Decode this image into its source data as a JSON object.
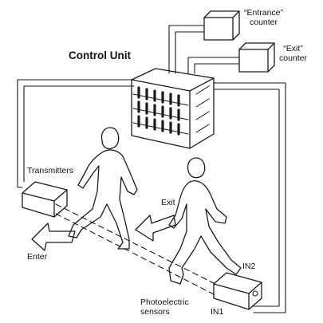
{
  "labels": {
    "control_unit": "Control Unit",
    "entrance_counter": [
      "“Entrance”",
      "counter"
    ],
    "exit_counter": [
      "“Exit”",
      "counter"
    ],
    "transmitters": "Transmitters",
    "exit": "Exit",
    "enter": "Enter",
    "in1": "IN1",
    "in2": "IN2",
    "sensors": [
      "Photoelectric",
      "sensors"
    ]
  },
  "colors": {
    "line": "#1a1a1a",
    "paper": "#ffffff"
  }
}
